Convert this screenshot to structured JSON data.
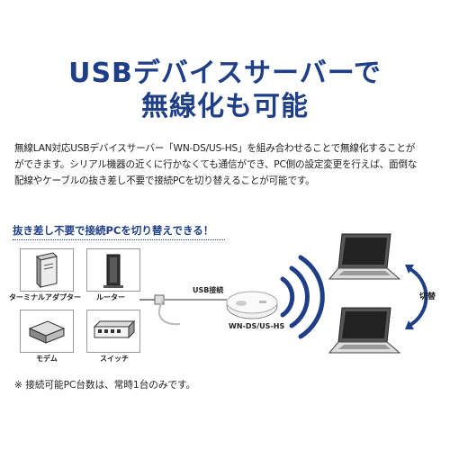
{
  "headline": {
    "line1": "USBデバイスサーバーで",
    "line2": "無線化も可能"
  },
  "description": {
    "line1": "無線LAN対応USBデバイスサーバー「WN-DS/US-HS」を組み合わせることで無線化することが",
    "line2": "ができます。シリアル機器の近くに行かなくても通信ができ、PC側の設定変更を行えば、面倒な",
    "line3": "配線やケーブルの抜き差し不要で接続PCを切り替えることが可能です。"
  },
  "diagram": {
    "subheading": "抜き差し不要で接続PCを切り替えできる！",
    "devices": [
      {
        "label": "ターミナルアダプター",
        "icon": "terminal-adapter-icon"
      },
      {
        "label": "ルーター",
        "icon": "router-icon"
      },
      {
        "label": "モデム",
        "icon": "modem-icon"
      },
      {
        "label": "スイッチ",
        "icon": "switch-icon"
      }
    ],
    "usb_label": "USB接続",
    "server_label": "WN-DS/US-HS",
    "switch_label": "切替"
  },
  "footnote": "※ 接続可能PC台数は、常時1台のみです。",
  "colors": {
    "brand": "#1e3f88"
  }
}
